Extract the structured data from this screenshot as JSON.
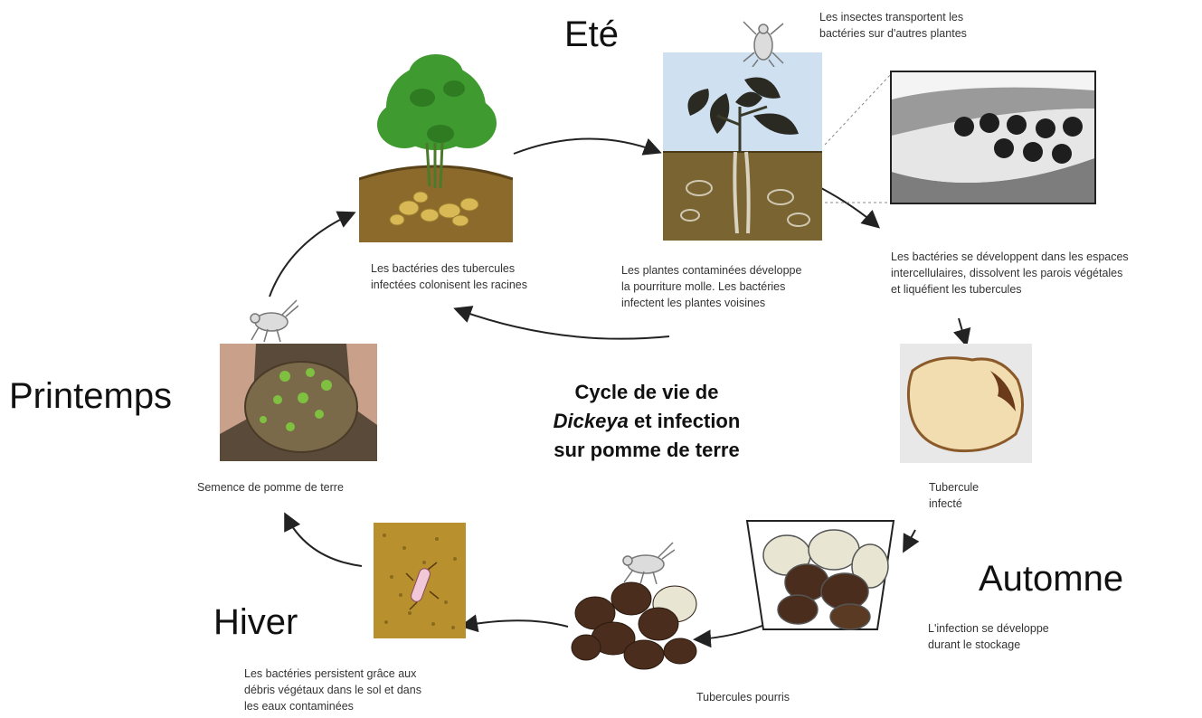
{
  "seasons": {
    "ete": "Eté",
    "printemps": "Printemps",
    "automne": "Automne",
    "hiver": "Hiver"
  },
  "title": {
    "line1": "Cycle de vie de",
    "italic": "Dickeya",
    "line2_rest": " et infection",
    "line3": "sur pomme de terre"
  },
  "captions": {
    "insects": [
      "Les insectes transportent les",
      "bactéries sur d'autres plantes"
    ],
    "colonize": [
      "Les bactéries des tubercules",
      "infectées colonisent les racines"
    ],
    "plants": [
      "Les plantes contaminées développe",
      "la pourriture molle. Les bactéries",
      "infectent les plantes voisines"
    ],
    "develop": [
      "Les bactéries se développent dans les espaces",
      "intercellulaires, dissolvent les parois végétales",
      "et liquéfient les tubercules"
    ],
    "infected_tuber": [
      "Tubercule",
      "infecté"
    ],
    "seed": [
      "Semence de pomme de terre"
    ],
    "storage": [
      "L'infection se développe",
      "durant le stockage"
    ],
    "rotten": [
      "Tubercules pourris"
    ],
    "persist": [
      "Les bactéries persistent grâce aux",
      "débris végétaux dans le sol et dans",
      "les eaux contaminées"
    ]
  },
  "colors": {
    "foliage": "#3f9a2f",
    "soil": "#8b6a2c",
    "tuber": "#d8b955",
    "rot": "#4a2d1c",
    "arrow": "#222222",
    "sky": "#cfe0f0"
  }
}
